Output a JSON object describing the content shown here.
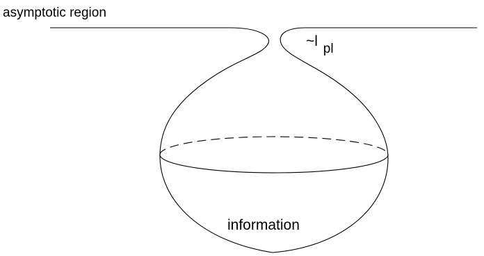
{
  "labels": {
    "asymptotic_region": "asymptotic region",
    "planck_prefix": "~l",
    "planck_subscript": "pl",
    "information": "information"
  }
}
